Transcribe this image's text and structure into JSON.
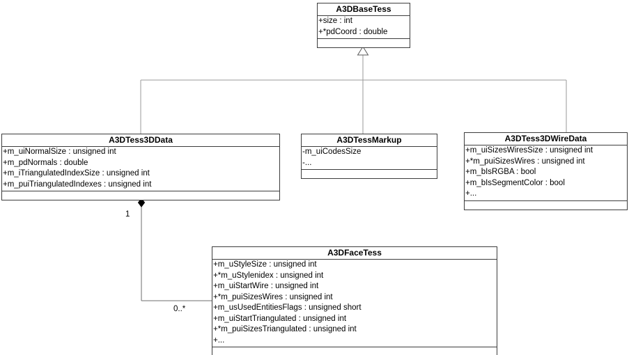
{
  "diagram": {
    "kind": "uml-class-diagram",
    "background_color": "#ffffff",
    "box_border_color": "#3c3c3c",
    "generalization_line_color": "#9a9a9a",
    "composition_line_color": "#6e6e6e",
    "classes": {
      "base": {
        "name": "A3DBaseTess",
        "attributes": [
          "+size : int",
          "+*pdCoord : double"
        ],
        "methods": []
      },
      "tess3d": {
        "name": "A3DTess3DData",
        "attributes": [
          "+m_uiNormalSize : unsigned int",
          "+m_pdNormals : double",
          "+m_iTriangulatedIndexSize : unsigned int",
          "+m_puiTriangulatedIndexes : unsigned int"
        ],
        "methods": []
      },
      "markup": {
        "name": "A3DTessMarkup",
        "attributes": [
          "-m_uiCodesSize",
          "-..."
        ],
        "methods": []
      },
      "wire": {
        "name": "A3DTess3DWireData",
        "attributes": [
          "+m_uiSizesWiresSize : unsigned int",
          "+*m_puiSizesWires : unsigned int",
          "+m_bIsRGBA : bool",
          "+m_bIsSegmentColor : bool",
          "+..."
        ],
        "methods": []
      },
      "face": {
        "name": "A3DFaceTess",
        "attributes": [
          "+m_uStyleSize : unsigned int",
          "+*m_uStylenidex : unsigned int",
          "+m_uiStartWire : unsigned int",
          "+*m_puiSizesWires : unsigned int",
          "+m_usUsedEntitiesFlags : unsigned short",
          "+m_uiStartTriangulated : unsigned int",
          "+*m_puiSizesTriangulated : unsigned int",
          "+..."
        ],
        "methods": []
      }
    },
    "relationships": {
      "generalization": {
        "type": "inheritance",
        "parent": "A3DBaseTess",
        "children": [
          "A3DTess3DData",
          "A3DTessMarkup",
          "A3DTess3DWireData"
        ]
      },
      "composition": {
        "type": "composition",
        "whole": "A3DTess3DData",
        "part": "A3DFaceTess",
        "whole_multiplicity": "1",
        "part_multiplicity": "0..*"
      }
    }
  }
}
